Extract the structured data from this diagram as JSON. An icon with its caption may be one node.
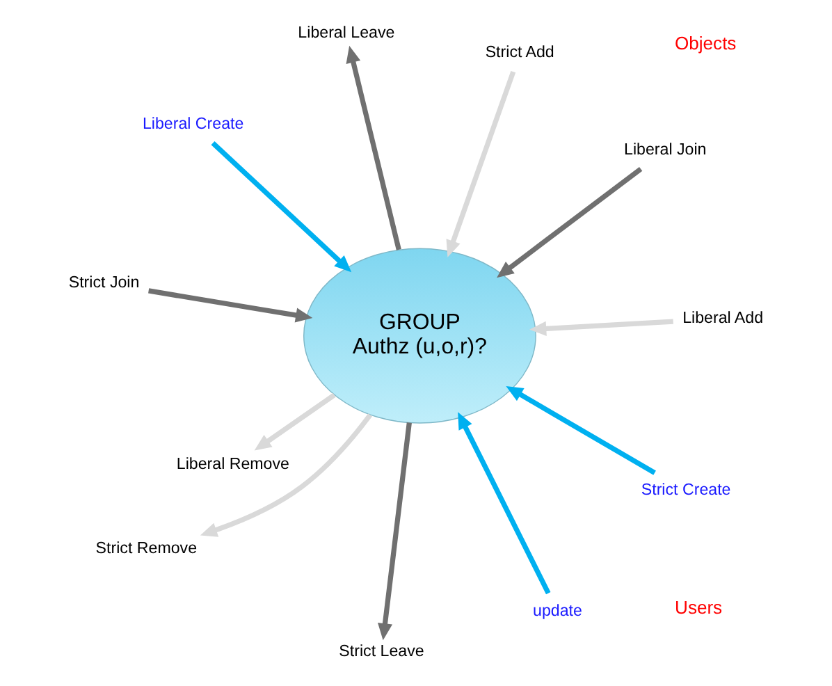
{
  "diagram": {
    "nodes": [
      {
        "text": [
          "Strict Join"
        ]
      },
      {
        "text": [
          "Liberal Join"
        ]
      },
      {
        "text": [
          "Strict Leave"
        ]
      },
      {
        "text": [
          "Liberal Leave"
        ]
      },
      {
        "text": [
          "GROUP",
          "Authz (u,o,r)?"
        ]
      },
      {
        "text": [
          "Strict Add"
        ]
      },
      {
        "text": [
          "Strict Remove"
        ]
      },
      {
        "text": [
          "Liberal Add"
        ]
      },
      {
        "text": [
          "Liberal Remove"
        ]
      },
      {
        "text": [
          "Strict Create"
        ]
      },
      {
        "text": [
          "update"
        ]
      },
      {
        "text": [
          "Liberal Create"
        ]
      }
    ],
    "edges": [
      {
        "from": 0,
        "to": 4,
        "arrow": "to"
      },
      {
        "from": 1,
        "to": 4,
        "arrow": "to"
      },
      {
        "from": 4,
        "to": 2,
        "arrow": "to"
      },
      {
        "from": 4,
        "to": 3,
        "arrow": "to"
      },
      {
        "from": 5,
        "to": 4,
        "arrow": "to",
        "color": "#d9d9d9"
      },
      {
        "from": 4,
        "to": 6,
        "arrow": "to",
        "color": "#d9d9d9"
      },
      {
        "from": 7,
        "to": 4,
        "arrow": "to",
        "color": "#d9d9d9"
      },
      {
        "from": 4,
        "to": 8,
        "arrow": "to",
        "color": "#d9d9d9"
      },
      {
        "from": 9,
        "to": 4,
        "arrow": "to",
        "color": "#00b0f0"
      },
      {
        "from": 10,
        "to": 4,
        "arrow": "to",
        "color": "#00b0f0"
      },
      {
        "from": 11,
        "to": 4,
        "arrow": "to",
        "color": "#00b0f0"
      }
    ],
    "labels": [
      "Users",
      "Objects"
    ]
  }
}
